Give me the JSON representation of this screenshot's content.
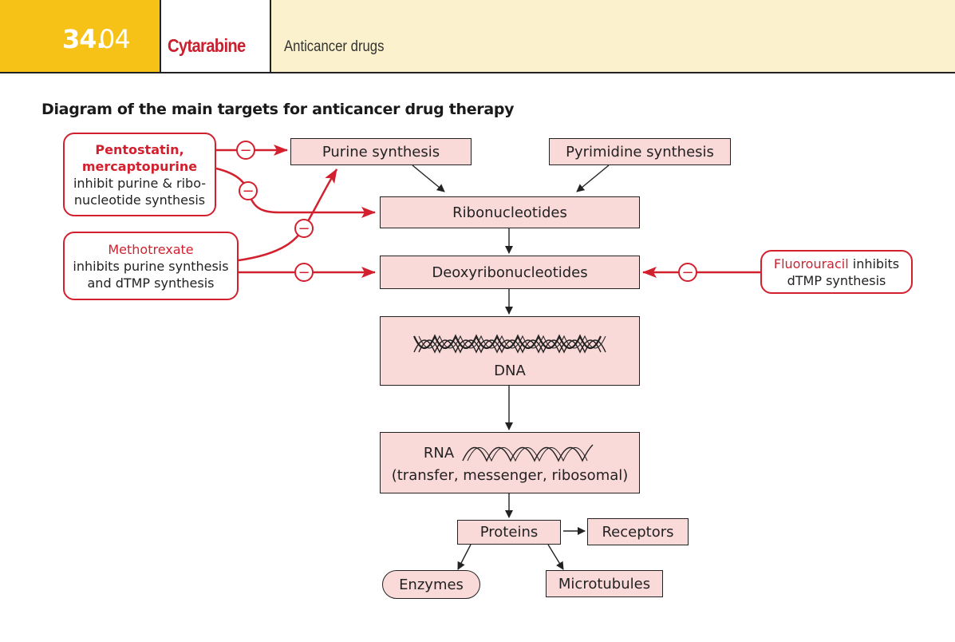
{
  "header": {
    "section_major": "34.",
    "section_minor": "04",
    "drug_name": "Cytarabine",
    "category": "Anticancer drugs"
  },
  "diagram": {
    "title": "Diagram of the main targets for anticancer drug therapy",
    "nodes": {
      "purine_synthesis": "Purine synthesis",
      "pyrimidine_synthesis": "Pyrimidine synthesis",
      "ribonucleotides": "Ribonucleotides",
      "deoxyribonucleotides": "Deoxyribonucleotides",
      "dna": "DNA",
      "rna_label": "RNA",
      "rna_types": "(transfer, messenger, ribosomal)",
      "proteins": "Proteins",
      "receptors": "Receptors",
      "enzymes": "Enzymes",
      "microtubules": "Microtubules"
    },
    "drugs": {
      "pento": {
        "name_line1": "Pentostatin,",
        "name_line2": "mercaptopurine",
        "desc_line1": "inhibit purine & ribo-",
        "desc_line2": "nucleotide synthesis"
      },
      "mtx": {
        "name": "Methotrexate",
        "desc_line1": "inhibits purine synthesis",
        "desc_line2": "and dTMP synthesis"
      },
      "fu": {
        "name": "Fluorouracil",
        "desc_line1": " inhibits",
        "desc_line2": "dTMP synthesis"
      }
    },
    "inhibit_symbol": "−",
    "colors": {
      "inhibitor_red": "#d3202e",
      "box_fill": "#fad9d9",
      "header_yellow": "#f6c218",
      "header_cream": "#fbf1cc"
    }
  }
}
